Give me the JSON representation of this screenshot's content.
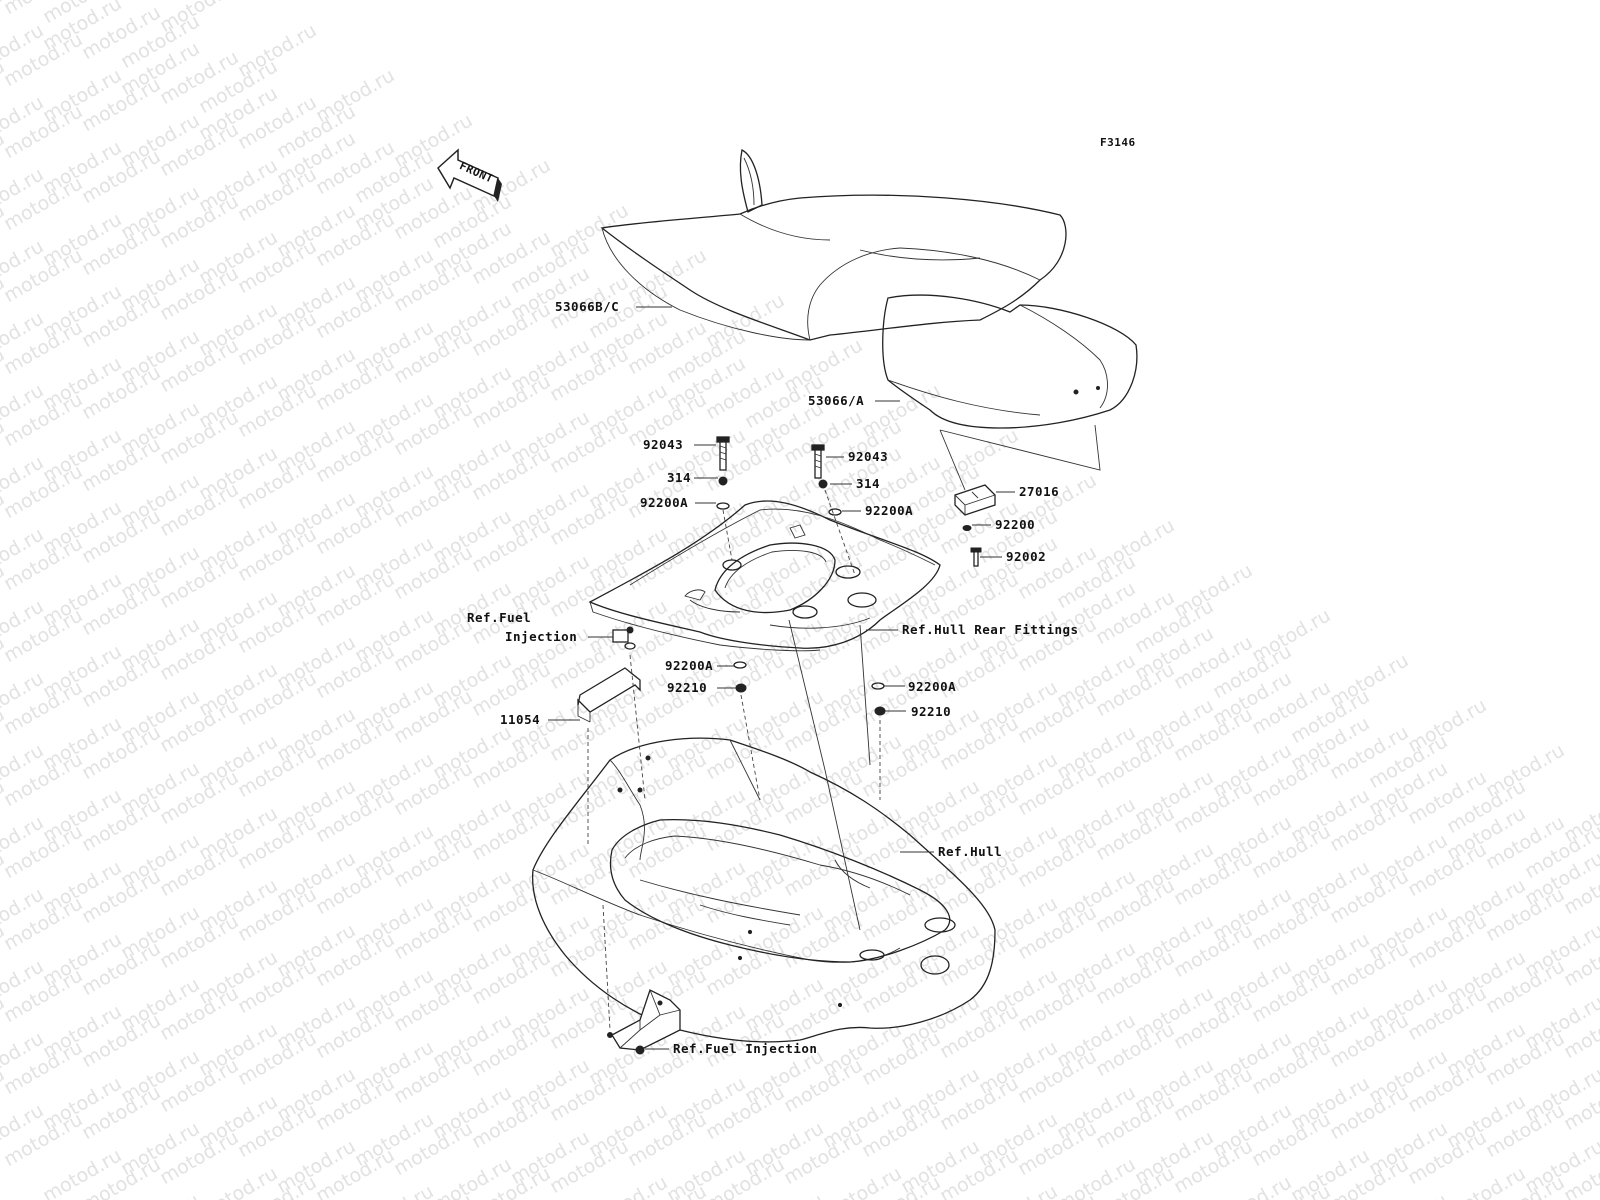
{
  "watermark": {
    "text": "motod.ru"
  },
  "figure_code": "F3146",
  "front_arrow": {
    "label": "FRONT"
  },
  "callouts": {
    "c53066bc": "53066B/C",
    "c53066a": "53066/A",
    "c92043_left": "92043",
    "c314_left": "314",
    "c92200a_left": "92200A",
    "c92043_right": "92043",
    "c314_right": "314",
    "c92200a_right": "92200A",
    "c27016": "27016",
    "c92200": "92200",
    "c92002": "92002",
    "ref_fuel_1a": "Ref.Fuel",
    "ref_fuel_1b": "Injection",
    "ref_hull_rear": "Ref.Hull Rear Fittings",
    "c92200a_mid": "92200A",
    "c92210_mid": "92210",
    "c92200a_low": "92200A",
    "c92210_low": "92210",
    "c11054": "11054",
    "ref_hull": "Ref.Hull",
    "ref_fuel_2": "Ref.Fuel Injection"
  }
}
